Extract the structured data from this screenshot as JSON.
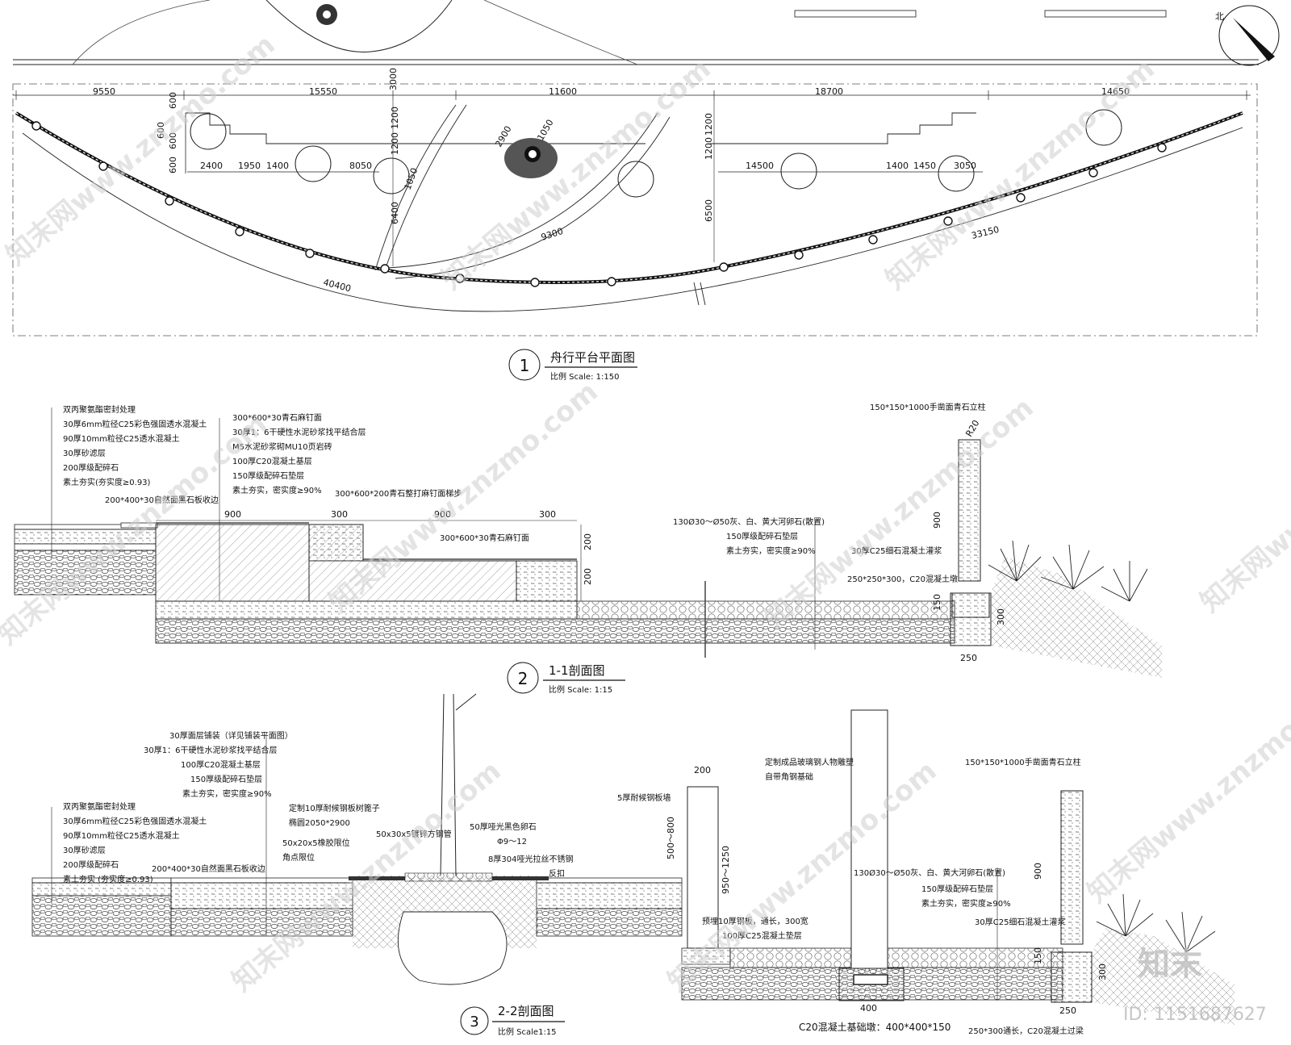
{
  "plan": {
    "north": "北",
    "dims_top": [
      "9550",
      "15550",
      "3000",
      "11600",
      "18700",
      "14650"
    ],
    "dims_left": [
      "600",
      "600",
      "600",
      "600"
    ],
    "dims_mid_v": [
      "1200",
      "1200",
      "1200",
      "1200",
      "6400",
      "6500"
    ],
    "dims_row": [
      "2400",
      "1950",
      "1400",
      "8050",
      "14500",
      "1400",
      "1450",
      "3050"
    ],
    "dims_oval": [
      "2900",
      "1050"
    ],
    "dims_arc": [
      "9300",
      "33150",
      "40400"
    ],
    "dims_small": [
      "1050"
    ]
  },
  "titles": {
    "t1": {
      "num": "1",
      "name": "舟行平台平面图",
      "scale": "比例 Scale:   1:150"
    },
    "t2": {
      "num": "2",
      "name": "1-1剖面图",
      "scale": "比例 Scale:   1:15"
    },
    "t3": {
      "num": "3",
      "name": "2-2剖面图",
      "scale": "比例 Scale1:15"
    }
  },
  "s11": {
    "left_notes": [
      "双丙聚氨酯密封处理",
      "30厚6mm粒径C25彩色强固透水混凝土",
      "90厚10mm粒径C25透水混凝土",
      "30厚砂滤层",
      "200厚级配碎石",
      "素土夯实(夯实度≥0.93)"
    ],
    "mid_notes": [
      "300*600*30青石麻钉面",
      "30厚1：6干硬性水泥砂浆找平结合层",
      "M5水泥砂浆砌MU10页岩砖",
      "100厚C20混凝土基层",
      "150厚级配碎石垫层",
      "素土夯实，密实度≥90%"
    ],
    "edge_note": "200*400*30自然面黑石板收边",
    "step_note": "300*600*200青石整打麻钉面梯步",
    "face_note": "300*600*30青石麻钉面",
    "dims": [
      "900",
      "300",
      "900",
      "300",
      "200",
      "200"
    ],
    "right_notes": [
      "130Ø30～Ø50灰、白、黄大河卵石(散置)",
      "150厚级配碎石垫层",
      "素土夯实，密实度≥90%"
    ],
    "post_note": "150*150*1000手凿面青石立柱",
    "r_note": "R20",
    "grout_note": "30厚C25细石混凝土灌浆",
    "pier_note": "250*250*300，C20混凝土墩",
    "post_dims": [
      "900",
      "150",
      "300",
      "250"
    ]
  },
  "s22": {
    "top_notes": [
      "30厚面层铺装（详见铺装平面图）",
      "30厚1：6干硬性水泥砂浆找平结合层",
      "100厚C20混凝土基层",
      "150厚级配碎石垫层",
      "素土夯实，密实度≥90%"
    ],
    "left_notes": [
      "双丙聚氨酯密封处理",
      "30厚6mm粒径C25彩色强固透水混凝土",
      "90厚10mm粒径C25透水混凝土",
      "30厚砂滤层",
      "200厚级配碎石",
      "素土夯实 (夯实度≥0.93)"
    ],
    "edge_note": "200*400*30自然面黑石板收边",
    "grate_notes": [
      "定制10厚耐候钢板树篦子",
      "椭圆2050*2900"
    ],
    "rubber_notes": [
      "50x20x5橡胶限位",
      "角点限位"
    ],
    "tube_note": "50x30x5镀锌方钢管",
    "pebble_notes": [
      "50厚哑光黑色卵石",
      "Φ9～12"
    ],
    "steel_note": "8厚304哑光拉丝不锈钢",
    "fold_note": "反扣",
    "wall_dim": "200",
    "wall_note": "5厚耐候钢板墙",
    "wall_dims": [
      "500～800",
      "950～1250"
    ],
    "plate_note": "预埋10厚钢板，通长，300宽",
    "pad_note": "100厚C25混凝土垫层",
    "sculpt_notes": [
      "定制成品玻璃钢人物雕塑",
      "自带角钢基础"
    ],
    "pebble_note": "130Ø30～Ø50灰、白、黄大河卵石(散置)",
    "right_notes": [
      "150厚级配碎石垫层",
      "素土夯实，密实度≥90%"
    ],
    "base_dim": "400",
    "base_note": "C20混凝土基础墩：400*400*150",
    "post_note": "150*150*1000手凿面青石立柱",
    "grout_note": "30厚C25细石混凝土灌浆",
    "post_dims": [
      "900",
      "150",
      "300",
      "250"
    ],
    "footing_note": "250*300通长，C20混凝土过梁"
  },
  "watermark": {
    "text": "知末网www.znzmo.com",
    "brand": "知末",
    "id": "ID: 1151687627"
  }
}
